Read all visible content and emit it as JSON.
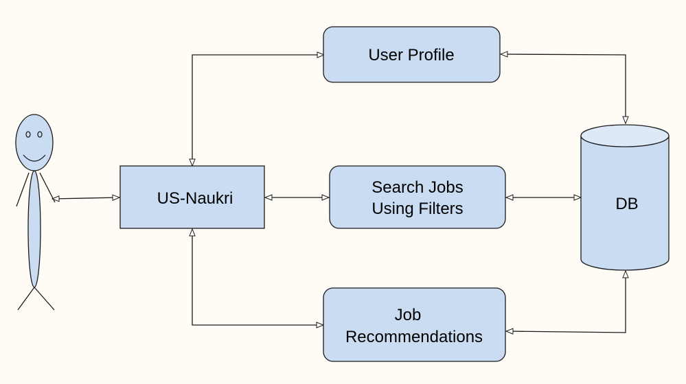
{
  "colors": {
    "background": "#fefcf5",
    "node_fill": "#c9dcf2",
    "stroke": "#1a1a1a",
    "db_top": "#dde9f7"
  },
  "nodes": {
    "us_naukri": {
      "label": "US-Naukri"
    },
    "user_profile": {
      "label": "User Profile"
    },
    "search_jobs": {
      "line1": "Search Jobs",
      "line2": "Using Filters"
    },
    "job_recommendations": {
      "line1": "Job",
      "line2": "Recommendations"
    },
    "db": {
      "label": "DB"
    }
  },
  "actor": {
    "icon": "stick-figure-user-icon"
  },
  "connections": [
    {
      "from": "user",
      "to": "us_naukri",
      "direction": "both"
    },
    {
      "from": "us_naukri",
      "to": "user_profile",
      "direction": "both"
    },
    {
      "from": "us_naukri",
      "to": "search_jobs",
      "direction": "both"
    },
    {
      "from": "us_naukri",
      "to": "job_recommendations",
      "direction": "both"
    },
    {
      "from": "user_profile",
      "to": "db",
      "direction": "both"
    },
    {
      "from": "search_jobs",
      "to": "db",
      "direction": "both"
    },
    {
      "from": "job_recommendations",
      "to": "db",
      "direction": "both"
    }
  ]
}
